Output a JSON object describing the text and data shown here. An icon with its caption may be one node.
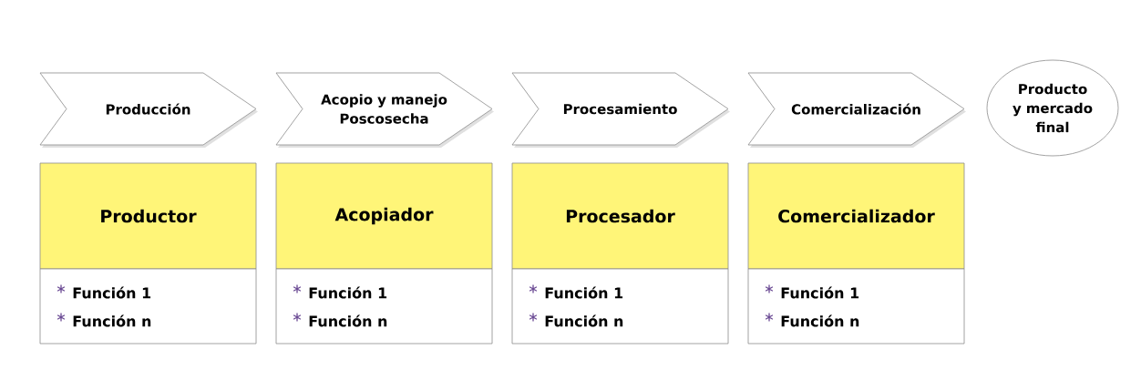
{
  "diagram": {
    "nodes": [
      {
        "text": [
          "Producción"
        ]
      },
      {
        "text": [
          "Acopio y manejo Poscosecha"
        ]
      },
      {
        "text": [
          "Procesamiento"
        ]
      },
      {
        "text": [
          "Comercialización"
        ]
      },
      {
        "text": [
          "Producto y mercado final"
        ]
      },
      {
        "text": [
          "Productor"
        ]
      },
      {
        "text": [
          "Acopiador"
        ]
      },
      {
        "text": [
          "Procesador"
        ]
      },
      {
        "text": [
          "Comercializador"
        ]
      },
      {
        "text": [
          "Función 1",
          "Función n"
        ]
      },
      {
        "text": [
          "Función 1",
          "Función n"
        ]
      },
      {
        "text": [
          "Función 1",
          "Función n"
        ]
      },
      {
        "text": [
          "Función 1",
          "Función n"
        ]
      }
    ]
  }
}
